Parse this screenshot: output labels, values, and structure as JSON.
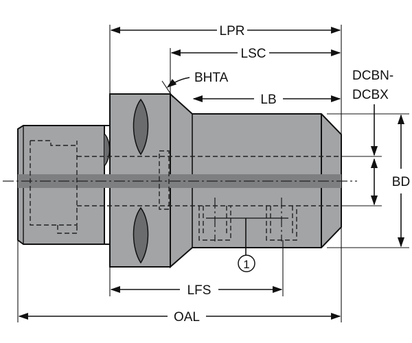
{
  "diagram": {
    "title": "Shrink-fit adaptor dimension drawing",
    "labels": {
      "lpr": "LPR",
      "lsc": "LSC",
      "bhta": "BHTA",
      "lb": "LB",
      "dcbn_dcbx_line1": "DCBN-",
      "dcbn_dcbx_line2": "DCBX",
      "bd": "BD",
      "lfs": "LFS",
      "oal": "OAL",
      "callout_1": "1"
    },
    "colors": {
      "body": "#a2a4a6",
      "body_dark": "#8a8c8e",
      "bore_band": "#7d7f81",
      "line": "#111111",
      "background": "#ffffff"
    }
  }
}
